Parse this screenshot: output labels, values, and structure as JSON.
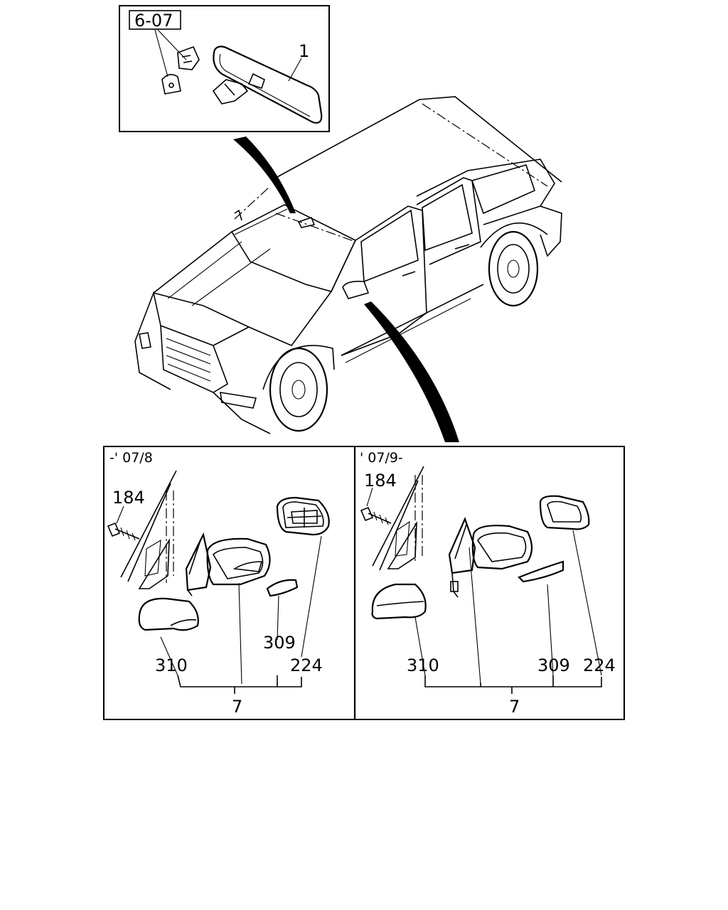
{
  "ref_box": {
    "code": "6-07"
  },
  "callouts": {
    "inner_mirror": "1",
    "left_panel_date": "-' 07/8",
    "right_panel_date": "' 07/9-",
    "left": {
      "bolt": "184",
      "cover": "310",
      "lamp": "309",
      "glass": "224",
      "assembly": "7"
    },
    "right": {
      "bolt": "184",
      "cover": "310",
      "lamp": "309",
      "glass": "224",
      "assembly": "7"
    }
  }
}
